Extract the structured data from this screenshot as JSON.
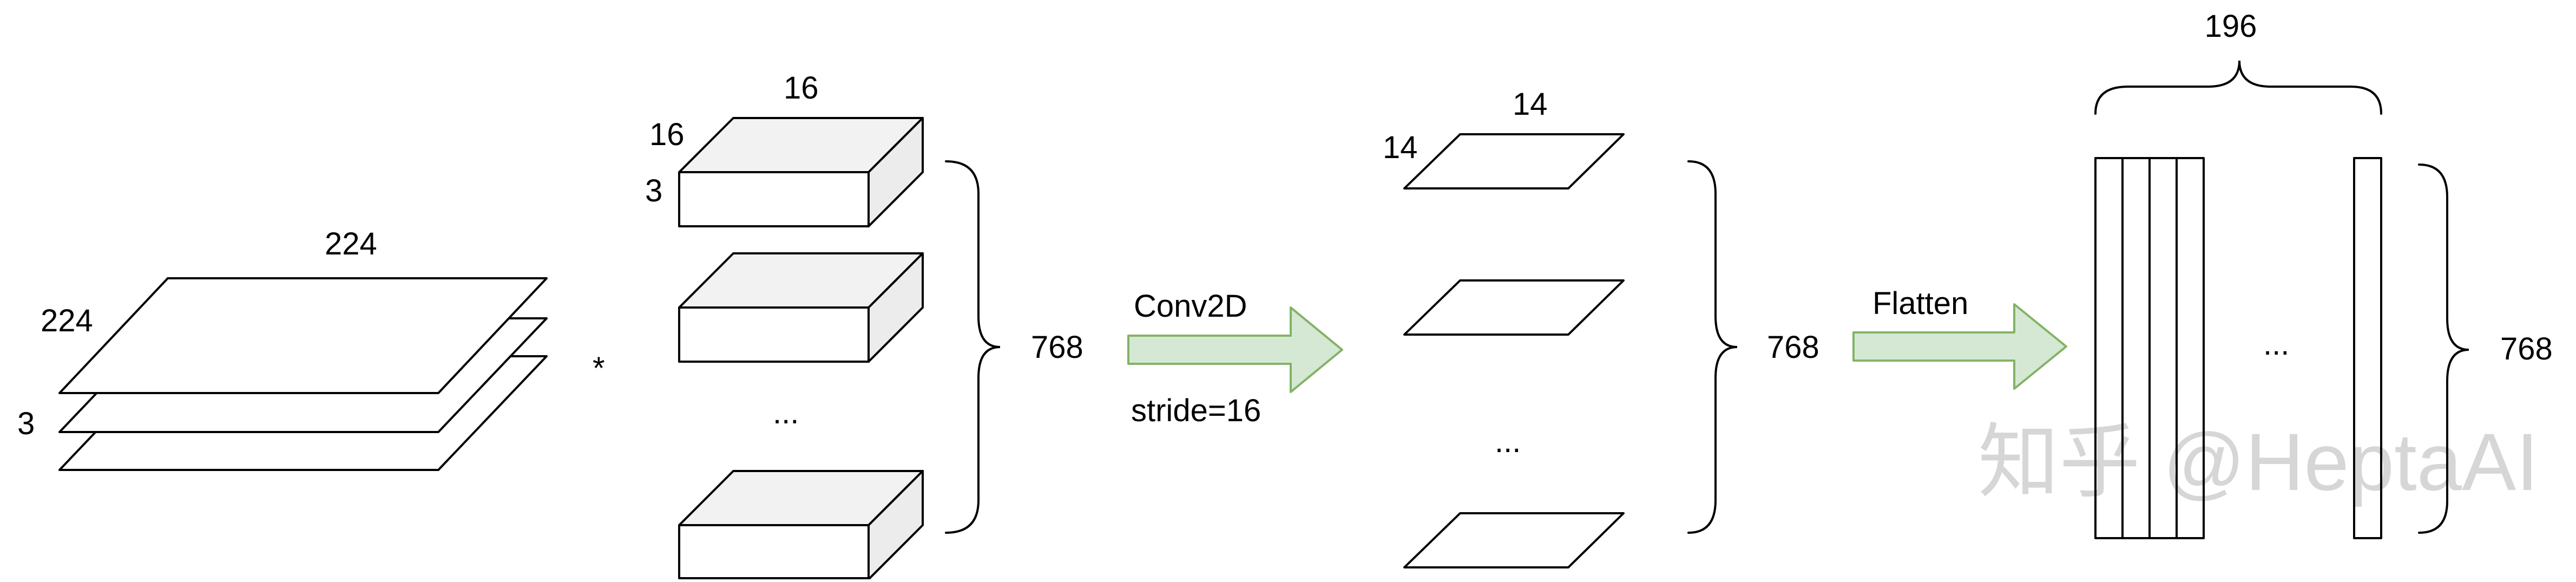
{
  "input": {
    "width": "224",
    "height": "224",
    "channels": "3"
  },
  "operator": "*",
  "kernels": {
    "width": "16",
    "height": "16",
    "depth": "3",
    "ellipsis": "...",
    "count": "768"
  },
  "conv": {
    "label": "Conv2D",
    "stride": "stride=16"
  },
  "feature_maps": {
    "width": "14",
    "height": "14",
    "ellipsis": "...",
    "count": "768"
  },
  "flatten": {
    "label": "Flatten"
  },
  "tokens": {
    "count": "196",
    "ellipsis": "...",
    "dim": "768"
  },
  "watermark": "知乎 @HeptaAI",
  "colors": {
    "arrow_fill": "#d5e8d4",
    "arrow_stroke": "#82b366",
    "box_top": "#f2f2f2"
  }
}
